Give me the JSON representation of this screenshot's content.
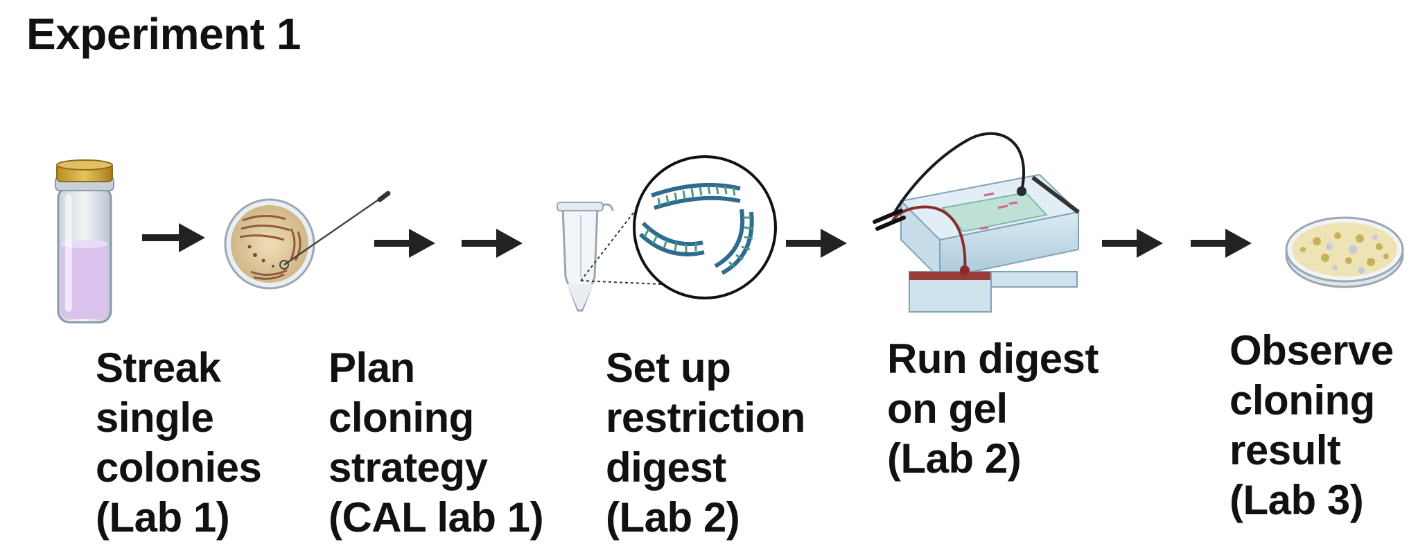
{
  "title": "Experiment 1",
  "steps": [
    {
      "label": "Streak\nsingle\ncolonies\n(Lab 1)",
      "icon": "culture-vial-and-streak-plate-icon"
    },
    {
      "label": "Plan\ncloning\nstrategy\n(CAL lab 1)",
      "icon": "none"
    },
    {
      "label": "Set up\nrestriction\ndigest\n(Lab 2)",
      "icon": "tube-with-dna-fragments-icon"
    },
    {
      "label": "Run digest\non gel\n(Lab 2)",
      "icon": "gel-electrophoresis-box-icon"
    },
    {
      "label": "Observe\ncloning\nresult\n(Lab 3)",
      "icon": "petri-dish-colonies-icon"
    }
  ],
  "colors": {
    "arrow": "#222222",
    "medium": "#dcc8ec",
    "cap": "#d4a93a",
    "agar": "#e8d6ad",
    "dna": "#2f6a8f",
    "gel_box": "#b9d7e6",
    "electrode": "#8a2b2b"
  }
}
